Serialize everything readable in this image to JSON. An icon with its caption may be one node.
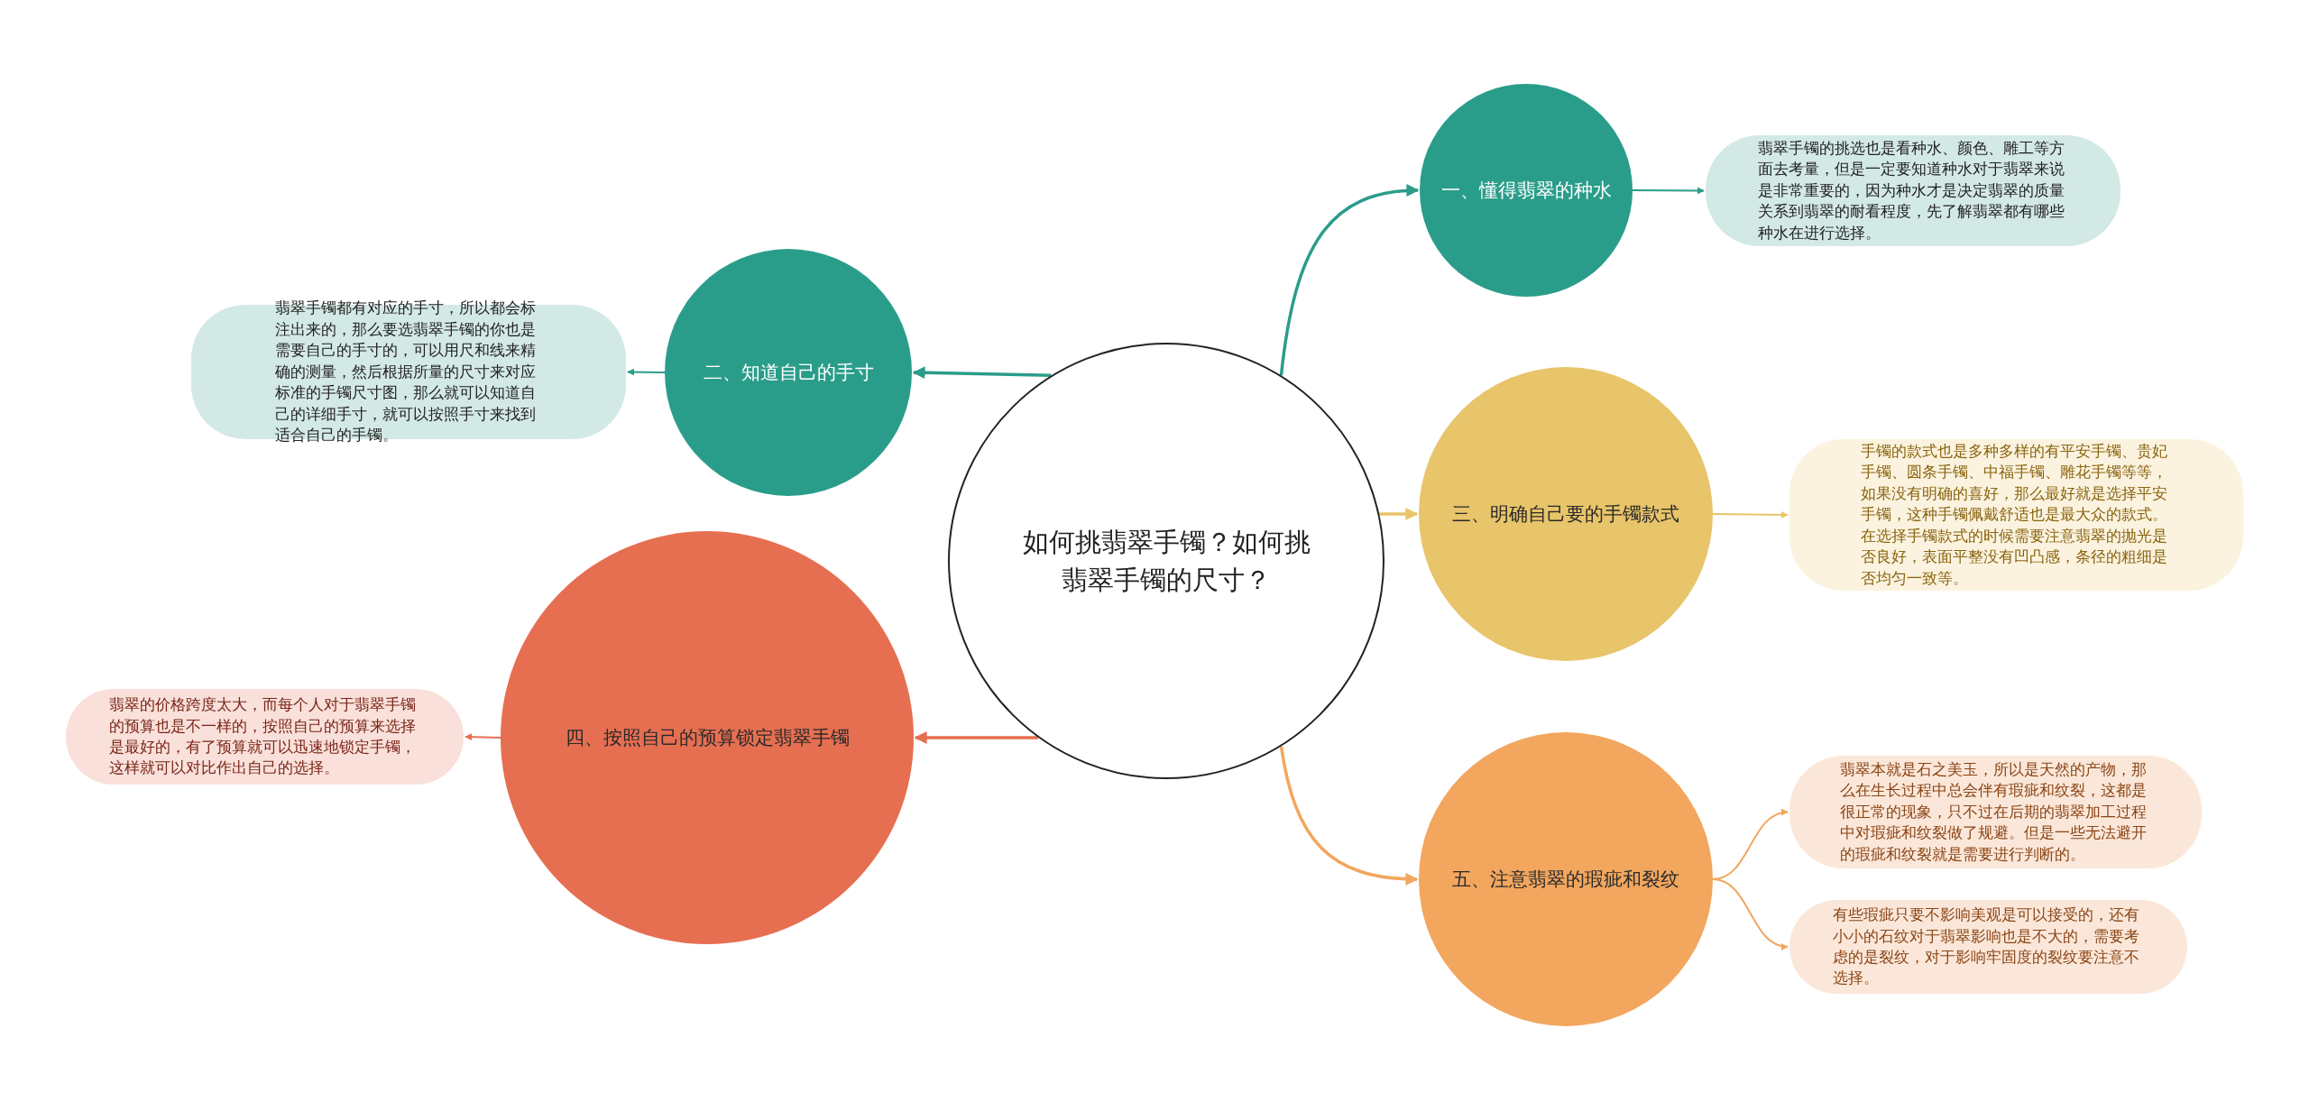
{
  "diagram": {
    "nodes": [
      {
        "text": [
          "如何挑翡翠手镯？如何挑翡翠手镯的尺寸？"
        ]
      },
      {
        "text": [
          "一、懂得翡翠的种水"
        ]
      },
      {
        "text": [
          "翡翠手镯的挑选也是看种水、颜色、雕工等方面去考量，但是一定要知道种水对于翡翠来说是非常重要的，因为种水才是决定翡翠的质量关系到翡翠的耐看程度，先了解翡翠都有哪些种水在进行选择。"
        ]
      },
      {
        "text": [
          "二、知道自己的手寸"
        ]
      },
      {
        "text": [
          "翡翠手镯都有对应的手寸，所以都会标注出来的，那么要选翡翠手镯的你也是需要自己的手寸的，可以用尺和线来精确的测量，然后根据所量的尺寸来对应标准的手镯尺寸图，那么就可以知道自己的详细手寸，就可以按照手寸来找到适合自己的手镯。"
        ]
      },
      {
        "text": [
          "三、明确自己要的手镯款式"
        ]
      },
      {
        "text": [
          "手镯的款式也是多种多样的有平安手镯、贵妃手镯、圆条手镯、中福手镯、雕花手镯等等，如果没有明确的喜好，那么最好就是选择平安手镯，这种手镯佩戴舒适也是最大众的款式。在选择手镯款式的时候需要注意翡翠的抛光是否良好，表面平整没有凹凸感，条径的粗细是否均匀一致等。"
        ]
      },
      {
        "text": [
          "四、按照自己的预算锁定翡翠手镯"
        ]
      },
      {
        "text": [
          "翡翠的价格跨度太大，而每个人对于翡翠手镯的预算也是不一样的，按照自己的预算来选择是最好的，有了预算就可以迅速地锁定手镯，这样就可以对比作出自己的选择。"
        ]
      },
      {
        "text": [
          "五、注意翡翠的瑕疵和裂纹"
        ]
      },
      {
        "text": [
          "翡翠本就是石之美玉，所以是天然的产物，那么在生长过程中总会伴有瑕疵和纹裂，这都是很正常的现象，只不过在后期的翡翠加工过程中对瑕疵和纹裂做了规避。但是一些无法避开的瑕疵和纹裂就是需要进行判断的。"
        ]
      },
      {
        "text": [
          "有些瑕疵只要不影响美观是可以接受的，还有小小的石纹对于翡翠影响也是不大的，需要考虑的是裂纹，对于影响牢固度的裂纹要注意不选择。"
        ]
      }
    ],
    "edges": [
      {
        "from": 0,
        "to": 1,
        "arrow": "to",
        "color": "#2a9d8a"
      },
      {
        "from": 1,
        "to": 2,
        "arrow": "to",
        "color": "#2a9d8a"
      },
      {
        "from": 0,
        "to": 3,
        "arrow": "to",
        "color": "#2a9d8a"
      },
      {
        "from": 3,
        "to": 4,
        "arrow": "to",
        "color": "#2a9d8a"
      },
      {
        "from": 0,
        "to": 5,
        "arrow": "to",
        "color": "#e8c46a"
      },
      {
        "from": 5,
        "to": 6,
        "arrow": "to",
        "color": "#e8c46a"
      },
      {
        "from": 0,
        "to": 7,
        "arrow": "to",
        "color": "#e66f51"
      },
      {
        "from": 7,
        "to": 8,
        "arrow": "to",
        "color": "#e66f51"
      },
      {
        "from": 0,
        "to": 9,
        "arrow": "to",
        "color": "#f2a65e"
      },
      {
        "from": 9,
        "to": 10,
        "arrow": "to",
        "color": "#f2a65e"
      },
      {
        "from": 9,
        "to": 11,
        "arrow": "to",
        "color": "#f2a65e"
      }
    ]
  }
}
